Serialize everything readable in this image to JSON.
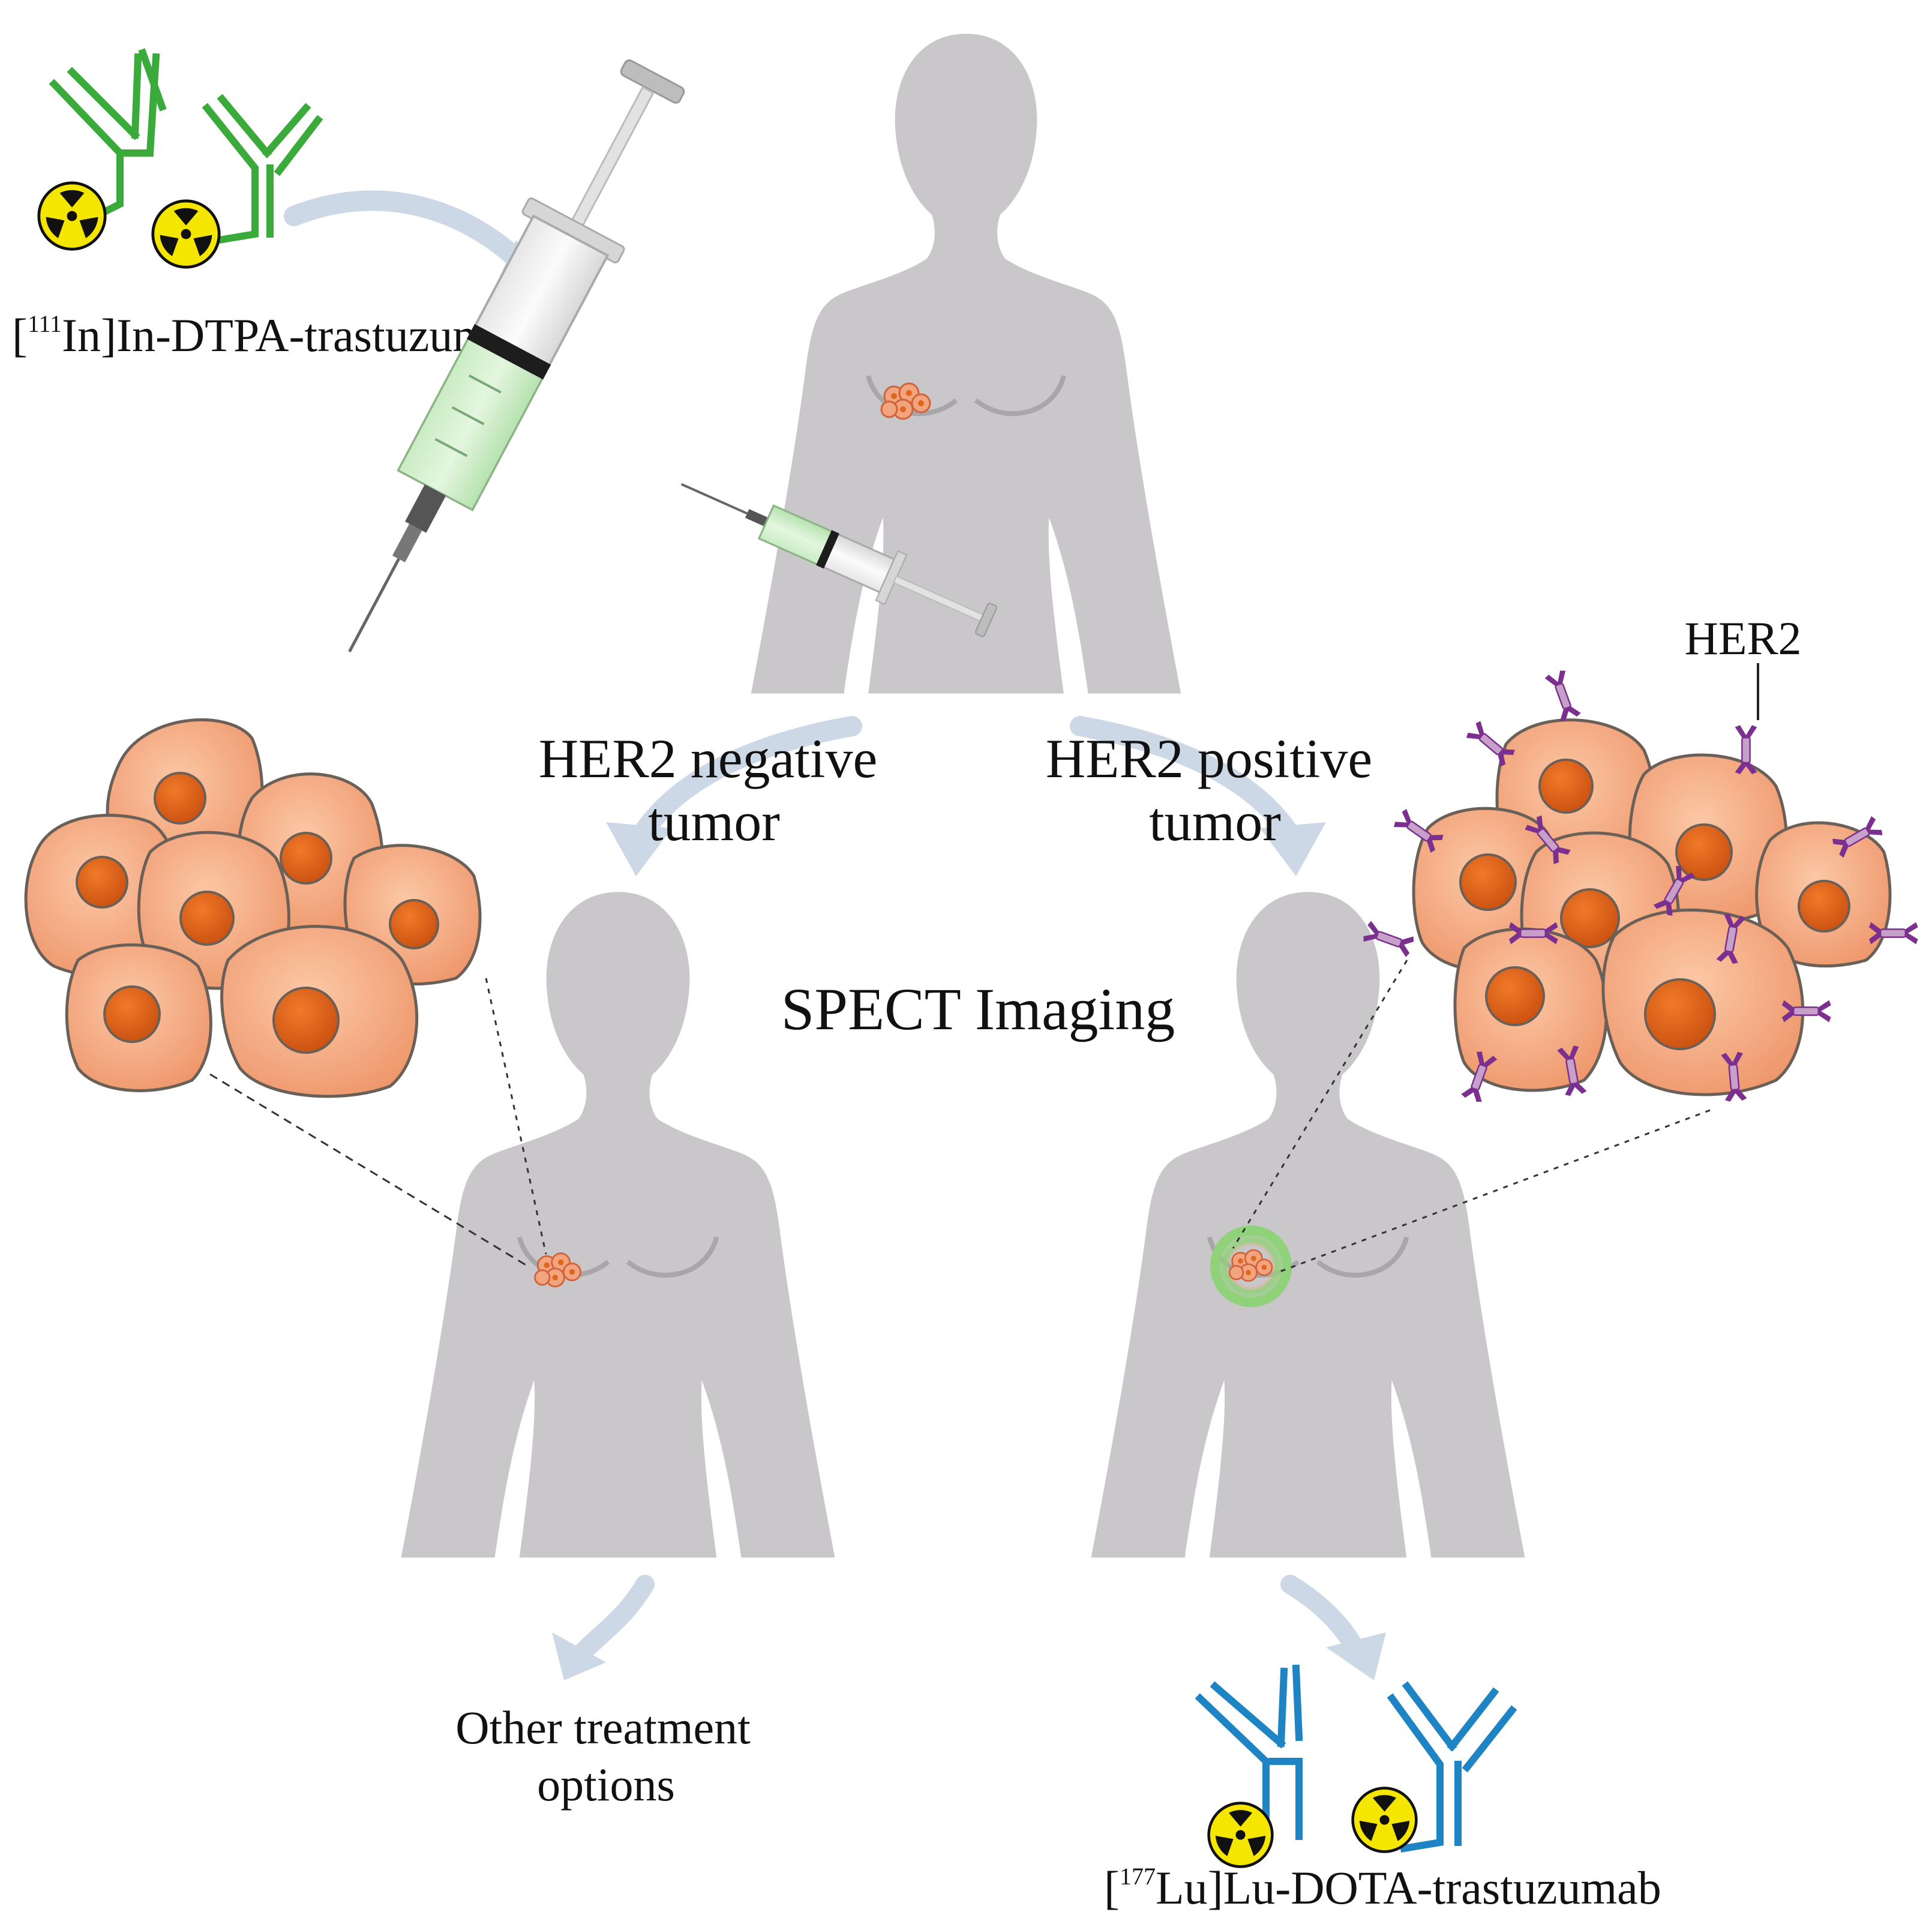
{
  "labels": {
    "tracer_prefix": "[",
    "tracer_isotope": "111",
    "tracer_suffix": "In]In-DTPA-trastuzumab",
    "her2_negative_line1": "HER2 negative",
    "her2_negative_line2": "tumor",
    "her2_positive_line1": "HER2 positive",
    "her2_positive_line2": "tumor",
    "her2_receptor": "HER2",
    "spect_imaging": "SPECT Imaging",
    "other_treatment_line1": "Other treatment",
    "other_treatment_line2": "options",
    "therapy_prefix": "[",
    "therapy_isotope": "177",
    "therapy_suffix": "Lu]Lu-DOTA-trastuzumab"
  },
  "colors": {
    "silhouette": "#c9c7c9",
    "silhouette_shadow": "#a8a6a8",
    "imaging_antibody": "#3aab3a",
    "therapy_antibody": "#1e84c4",
    "cell_fill": "#f2a47e",
    "cell_outline": "#6b6058",
    "nucleus": "#e0661e",
    "receptor": "#7b2f8f",
    "receptor_light": "#c7a0c9",
    "arrow": "#cdd8e6",
    "radiation_yellow": "#f5e600",
    "uptake_glow": "#8fd27a"
  },
  "icons": {
    "radiation": "radiation-trefoil-icon",
    "antibody": "y-shaped-antibody-icon",
    "syringe": "syringe-icon"
  }
}
